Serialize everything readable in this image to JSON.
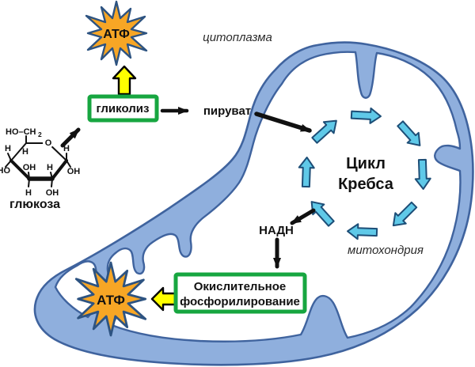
{
  "regions": {
    "cytoplasm_label": "цитоплазма",
    "mitochondrion_label": "митохондрия"
  },
  "nodes": {
    "glycolysis": "гликолиз",
    "pyruvate": "пируват",
    "krebs_cycle_line1": "Цикл",
    "krebs_cycle_line2": "Кребса",
    "nadh": "НАДН",
    "oxphos_line1": "Окислительное",
    "oxphos_line2": "фосфорилирование",
    "atp_top": "АТФ",
    "atp_bottom": "АТФ"
  },
  "molecule": {
    "name": "глюкоза",
    "labels": {
      "hoch2_main": "HO–CH",
      "hoch2_sub": "2",
      "ring_o": "O",
      "h": "H",
      "oh": "OH",
      "ho": "HO"
    }
  },
  "colors": {
    "membrane_fill": "#8fafdd",
    "membrane_outline": "#3f639e",
    "matrix_fill": "#ffffff",
    "cycle_arrow_fill": "#5fc9e8",
    "cycle_arrow_outline": "#1d4e77",
    "atp_star_fill": "#f7a625",
    "atp_star_outline": "#2d5381",
    "yellow_arrow_fill": "#ffff00",
    "yellow_arrow_outline": "#000000",
    "green_box_border": "#17a640",
    "arrow_black": "#111111"
  }
}
